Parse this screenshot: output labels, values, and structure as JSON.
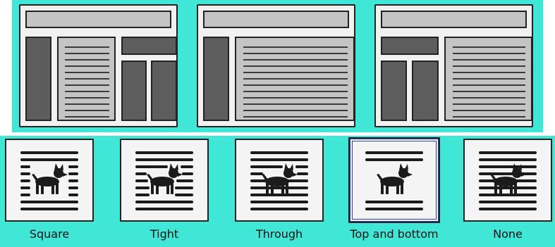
{
  "colors": {
    "background": "#40e6d6",
    "card": "#f1f1f1",
    "text_block": "#c4c4c4",
    "image_block": "#5d5d5d",
    "ink": "#1b1b1b",
    "selected_border": "#2c3fae"
  },
  "page_layouts": [
    {
      "name": "layout-three-column"
    },
    {
      "name": "layout-sidebar-wide-text"
    },
    {
      "name": "layout-images-left-text-right"
    }
  ],
  "wrap_options": [
    {
      "label": "Square",
      "icon": "dog-icon",
      "selected": false
    },
    {
      "label": "Tight",
      "icon": "dog-icon",
      "selected": false
    },
    {
      "label": "Through",
      "icon": "dog-icon",
      "selected": false
    },
    {
      "label": "Top and bottom",
      "icon": "dog-icon",
      "selected": true
    },
    {
      "label": "None",
      "icon": "dog-icon",
      "selected": false
    }
  ]
}
